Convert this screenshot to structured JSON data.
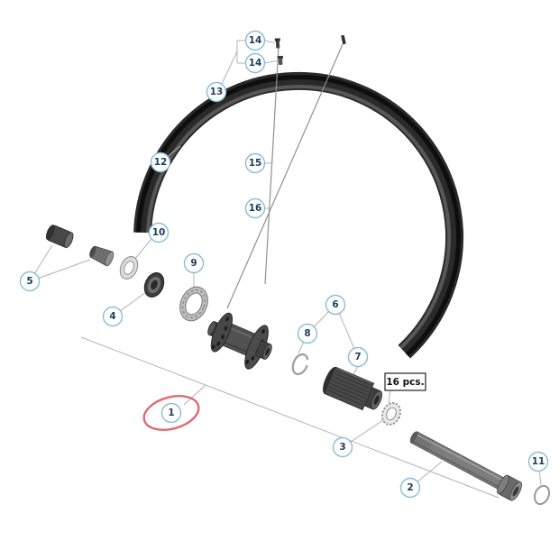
{
  "figure": {
    "kind": "exploded-parts-diagram",
    "callouts": {
      "c1": "1",
      "c2": "2",
      "c3": "3",
      "c4": "4",
      "c5": "5",
      "c6": "6",
      "c7": "7",
      "c8": "8",
      "c9": "9",
      "c10": "10",
      "c11": "11",
      "c12": "12",
      "c13": "13",
      "c14a": "14",
      "c14b": "14",
      "c15": "15",
      "c16": "16"
    },
    "labels": {
      "quantity_note": "16 pcs."
    },
    "colors": {
      "callout_border": "#87bdd8",
      "callout_text": "#1f3d5a",
      "highlight": "#dd6b70",
      "leader": "#b3b3b3",
      "background": "#ffffff"
    }
  }
}
